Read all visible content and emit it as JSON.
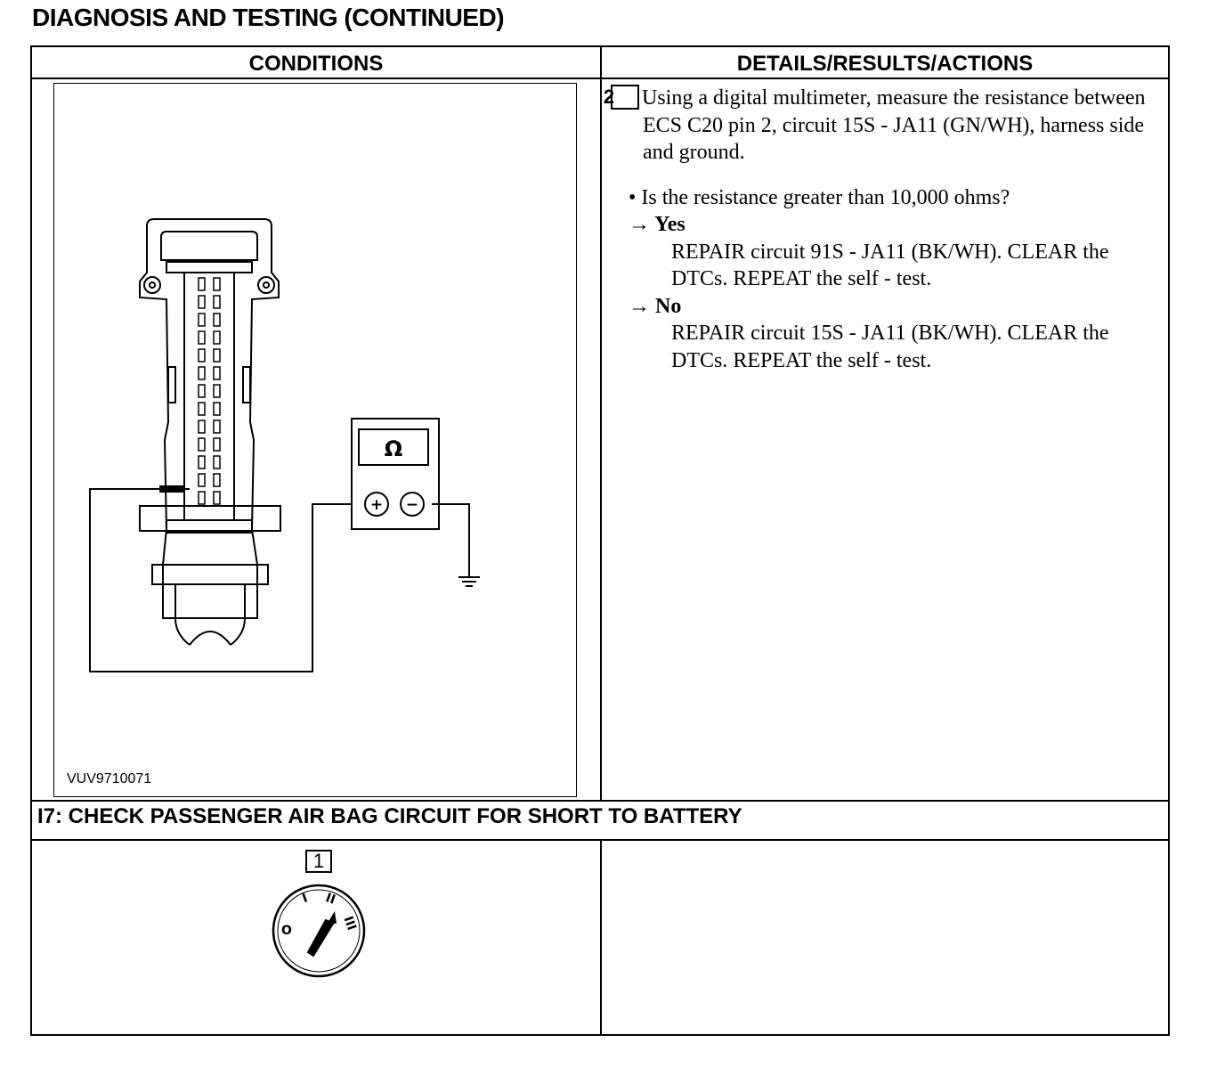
{
  "page": {
    "title": "DIAGNOSIS AND TESTING (CONTINUED)"
  },
  "table": {
    "col_conditions": "CONDITIONS",
    "col_details": "DETAILS/RESULTS/ACTIONS"
  },
  "figure": {
    "id": "VUV9710071",
    "meter_symbol": "Ω",
    "probe_plus": "+",
    "probe_minus": "−"
  },
  "step2": {
    "number": "2",
    "instruction": "Using a digital multimeter, measure the resistance between ECS C20 pin 2, circuit 15S - JA11 (GN/WH), harness side and ground.",
    "question": "• Is the resistance greater than 10,000 ohms?",
    "yes_label": "→ Yes",
    "yes_action": "REPAIR circuit 91S - JA11 (BK/WH). CLEAR the DTCs. REPEAT the self - test.",
    "no_label": "→ No",
    "no_action": "REPAIR circuit 15S - JA11 (BK/WH). CLEAR the DTCs. REPEAT the self - test."
  },
  "section_i7": {
    "title": "I7: CHECK PASSENGER AIR BAG CIRCUIT FOR SHORT TO BATTERY",
    "step_number": "1",
    "switch_labels": [
      "O",
      "I",
      "II",
      "III"
    ]
  }
}
